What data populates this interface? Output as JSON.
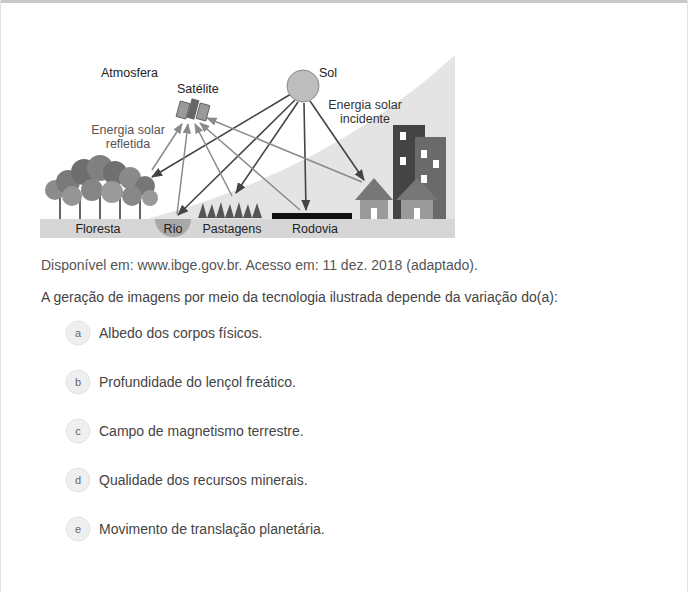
{
  "diagram": {
    "nodes": [
      {
        "text": [
          "a"
        ]
      },
      {
        "text": [
          "b"
        ]
      },
      {
        "text": [
          "c"
        ]
      },
      {
        "text": [
          "d"
        ]
      },
      {
        "text": [
          "e"
        ]
      }
    ],
    "labels": [
      "Atmosfera",
      "Satélite",
      "Sol",
      "Energia solar refletida",
      "Energia solar incidente",
      "Floresta",
      "Rio",
      "Pastagens",
      "Rodovia",
      "Disponível em: www.ibge.gov.br. Acesso em: 11 dez. 2018 (adaptado).",
      "A geração de imagens por meio da tecnologia ilustrada depende da variação do(a):",
      "Albedo dos corpos físicos.",
      "Profundidade do lençol freático.",
      "Campo de magnetismo terrestre.",
      "Qualidade dos recursos minerais.",
      "Movimento de translação planetária."
    ]
  }
}
